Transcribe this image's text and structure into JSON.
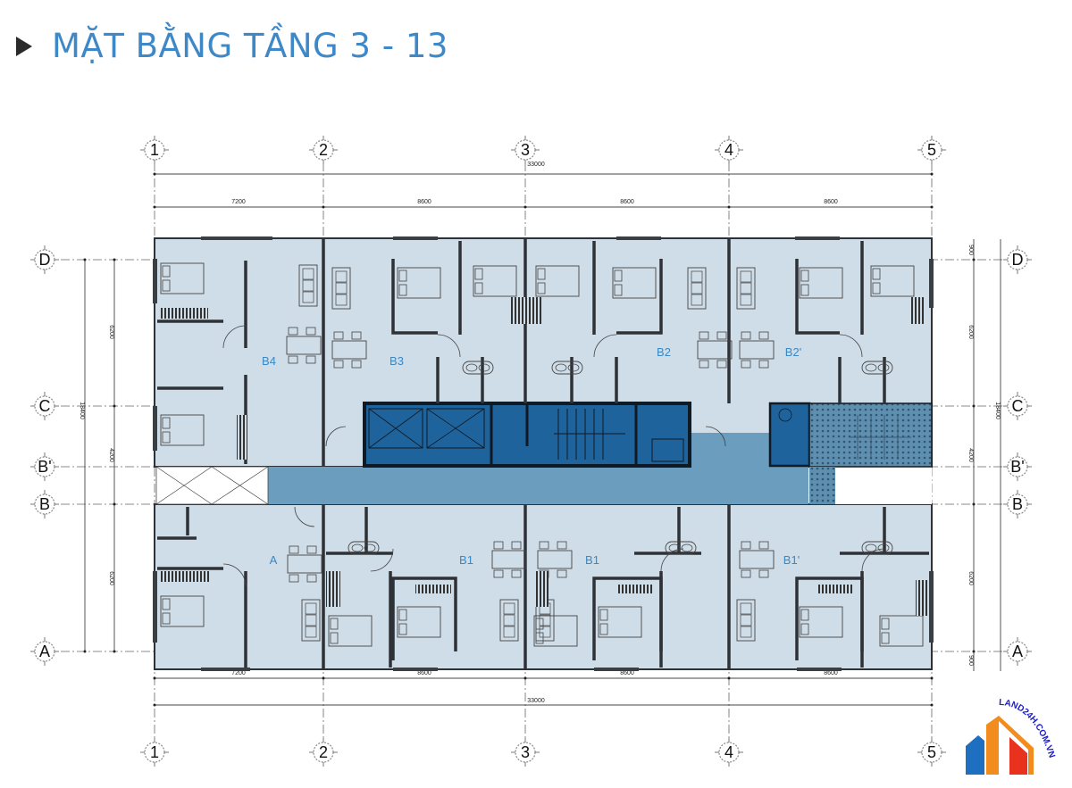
{
  "header": {
    "title": "MẶT BẰNG TẦNG 3 - 13",
    "marker_icon": "triangle-right-icon",
    "title_color": "#3f88c8"
  },
  "plan": {
    "grid_columns": [
      "1",
      "2",
      "3",
      "4",
      "5"
    ],
    "grid_rows": [
      "D",
      "C",
      "B'",
      "B",
      "A"
    ],
    "dimensions": {
      "top_total": "33000",
      "top_spans": [
        "7200",
        "8600",
        "8600",
        "8600"
      ],
      "bottom_spans": [
        "7200",
        "8600",
        "8600",
        "8600"
      ],
      "bottom_total": "33000",
      "left_total": "18400",
      "left_spans": [
        "6200",
        "4200",
        "6200"
      ],
      "right_total": "18400",
      "right_spans": [
        "900",
        "6200",
        "4200",
        "6200",
        "900"
      ]
    },
    "units": [
      {
        "id": "B4",
        "label": "B4"
      },
      {
        "id": "B3",
        "label": "B3"
      },
      {
        "id": "B2",
        "label": "B2"
      },
      {
        "id": "B2p",
        "label": "B2'"
      },
      {
        "id": "A",
        "label": "A"
      },
      {
        "id": "B1a",
        "label": "B1"
      },
      {
        "id": "B1b",
        "label": "B1"
      },
      {
        "id": "B1p",
        "label": "B1'"
      }
    ],
    "colors": {
      "unit_fill": "#cfdde8",
      "corridor": "#6b9dbf",
      "core": "#1f639c",
      "wall": "#2e3236",
      "grid_line": "#555555"
    }
  },
  "logo": {
    "text": "LAND24H.COM.VN",
    "colors": [
      "#1f6fc0",
      "#f28c1e",
      "#e8321e"
    ]
  }
}
